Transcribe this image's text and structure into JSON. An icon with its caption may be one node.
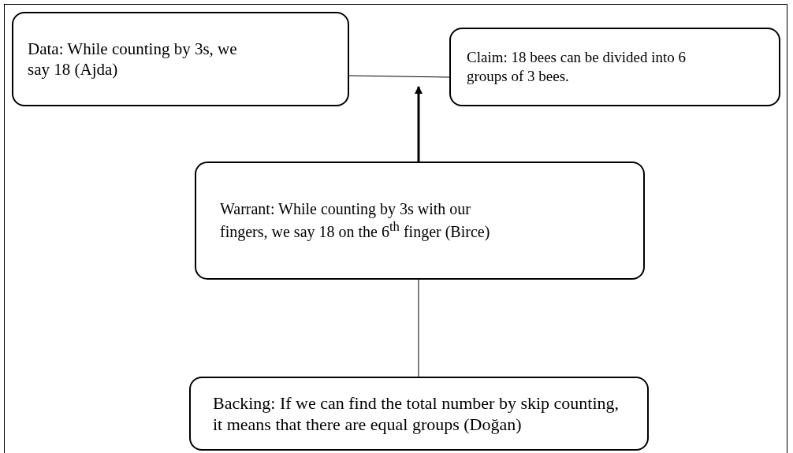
{
  "diagram": {
    "nodes": [
      {
        "text": [
          "Data: While counting by 3s, we say 18 (Ajda)"
        ]
      },
      {
        "text": [
          "Claim: 18 bees can be divided into 6 groups of 3 bees."
        ]
      },
      {
        "text": [
          "Warrant: While counting by 3s with our fingers, we say 18 on the 6$^{th}$ finger (Birce)"
        ]
      },
      {
        "text": [
          "Backing: If we can find the total number by skip counting, it means that there are equal groups (Doğan)"
        ]
      }
    ],
    "edges": [
      {
        "from": 0,
        "to": 1,
        "arrow": "none"
      },
      {
        "from": 2,
        "to": null,
        "arrow": "to",
        "style": "thick"
      },
      {
        "from": 3,
        "to": 2,
        "arrow": "none"
      }
    ]
  }
}
